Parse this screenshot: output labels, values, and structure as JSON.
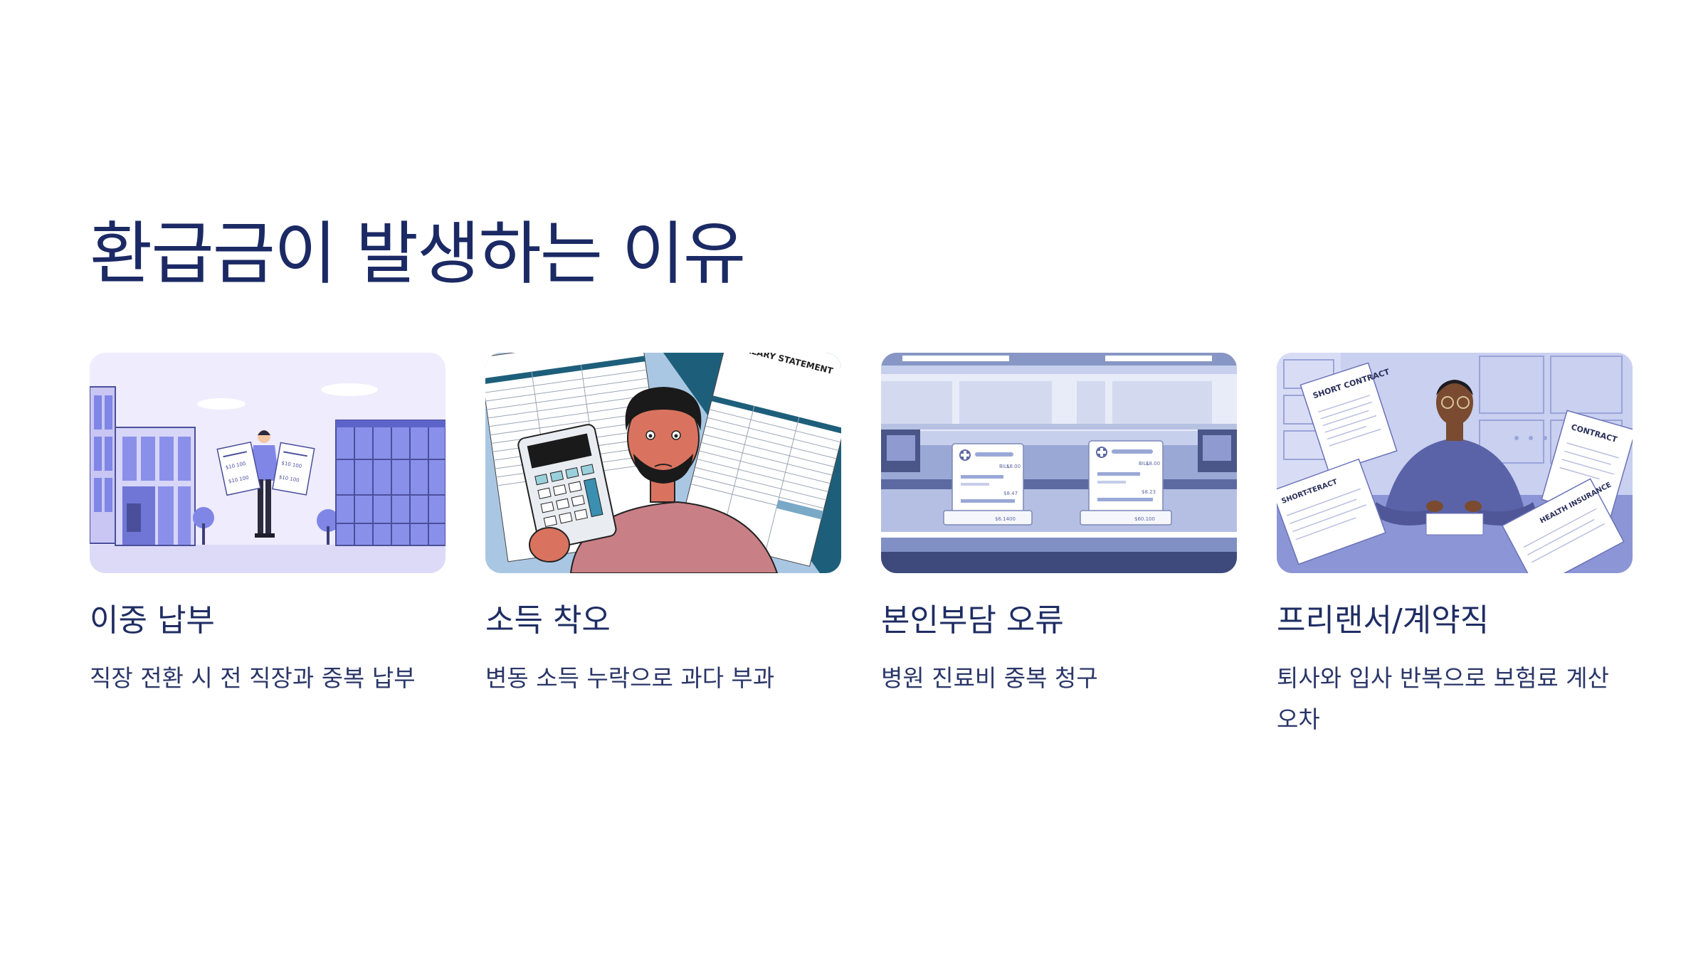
{
  "page": {
    "title": "환급금이 발생하는 이유"
  },
  "cards": [
    {
      "title": "이중 납부",
      "description": "직장 전환 시 전 직장과 중복 납부",
      "illustration": "office-buildings-person-documents",
      "doc_left_lines": [
        "$10 100",
        "$10 100"
      ],
      "doc_right_lines": [
        "$10 100",
        "$10 100"
      ]
    },
    {
      "title": "소득 착오",
      "description": "변동 소득 누락으로 과다 부과",
      "illustration": "worried-man-calculator-salary-statement",
      "statement_title": "SALARY STATEMENT"
    },
    {
      "title": "본인부담 오류",
      "description": "병원 진료비 중복 청구",
      "illustration": "hospital-counter-two-bills",
      "bill_label": "BILL",
      "bill_left_amounts": [
        "$8.00",
        "$8.47",
        "$6.1400"
      ],
      "bill_right_amounts": [
        "$8.00",
        "$8.23",
        "$60.100"
      ]
    },
    {
      "title": "프리랜서/계약직",
      "description": "퇴사와 입사 반복으로 보험료 계산 오차",
      "illustration": "man-with-contracts",
      "doc_labels": [
        "SHORT CONTRACT",
        "SHORT-TERACT",
        "CONTRACT",
        "HEALTH INSURANCE"
      ]
    }
  ],
  "colors": {
    "title": "#1b2a64",
    "card_bg_1": "#eceafd",
    "card_bg_3": "#c9d2ee",
    "card_bg_4": "#aab3e3",
    "accent": "#7f86e6"
  }
}
